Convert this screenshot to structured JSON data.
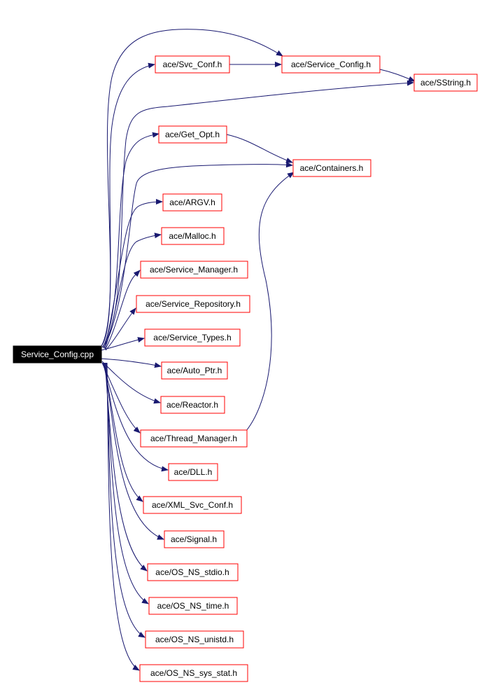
{
  "root": {
    "label": "Service_Config.cpp"
  },
  "nodes": {
    "svc_conf": "ace/Svc_Conf.h",
    "service_config": "ace/Service_Config.h",
    "sstring": "ace/SString.h",
    "get_opt": "ace/Get_Opt.h",
    "containers": "ace/Containers.h",
    "argv": "ace/ARGV.h",
    "malloc": "ace/Malloc.h",
    "service_manager": "ace/Service_Manager.h",
    "service_repository": "ace/Service_Repository.h",
    "service_types": "ace/Service_Types.h",
    "auto_ptr": "ace/Auto_Ptr.h",
    "reactor": "ace/Reactor.h",
    "thread_manager": "ace/Thread_Manager.h",
    "dll": "ace/DLL.h",
    "xml_svc_conf": "ace/XML_Svc_Conf.h",
    "signal": "ace/Signal.h",
    "os_ns_stdio": "ace/OS_NS_stdio.h",
    "os_ns_time": "ace/OS_NS_time.h",
    "os_ns_unistd": "ace/OS_NS_unistd.h",
    "os_ns_sys_stat": "ace/OS_NS_sys_stat.h"
  },
  "colors": {
    "edge": "#191970",
    "node_border": "#ff0000",
    "root_fill": "#000000"
  }
}
